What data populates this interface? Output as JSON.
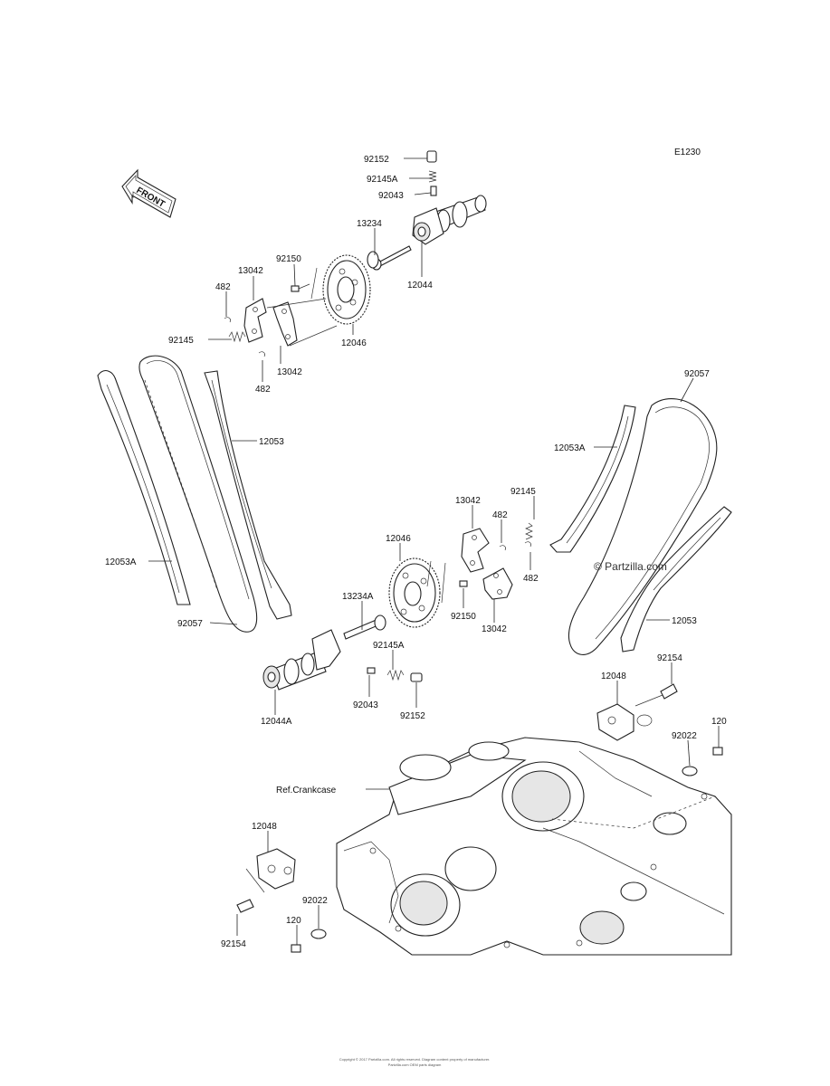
{
  "diagram_code": "E1230",
  "watermark": "© Partzilla.com",
  "front_label": "FRONT",
  "labels": {
    "p92152_top": "92152",
    "p92145A_top": "92145A",
    "p92043_top": "92043",
    "p13234": "13234",
    "p12044": "12044",
    "p92150_top": "92150",
    "p13042_top1": "13042",
    "p482_top1": "482",
    "p92145_left": "92145",
    "p12046_top": "12046",
    "p13042_top2": "13042",
    "p482_top2": "482",
    "p12053_left": "12053",
    "p12053A_left": "12053A",
    "p92057_left": "92057",
    "p92057_right": "92057",
    "p12053A_right": "12053A",
    "p92145_right": "92145",
    "p13042_mid1": "13042",
    "p482_mid1": "482",
    "p482_mid2": "482",
    "p12046_mid": "12046",
    "p13234A": "13234A",
    "p92150_mid": "92150",
    "p13042_mid2": "13042",
    "p12053_right": "12053",
    "p92145A_mid": "92145A",
    "p12044A": "12044A",
    "p92043_mid": "92043",
    "p92152_mid": "92152",
    "p12048_right": "12048",
    "p92154_right": "92154",
    "p120_right": "120",
    "p92022_right": "92022",
    "ref_crankcase": "Ref.Crankcase",
    "p12048_left": "12048",
    "p92022_left": "92022",
    "p120_left": "120",
    "p92154_left": "92154"
  },
  "footer": {
    "line1": "Copyright © 2017 Partzilla.com. All rights reserved. Diagram content property of manufacturer.",
    "line2": "Partzilla.com OEM parts diagram"
  }
}
